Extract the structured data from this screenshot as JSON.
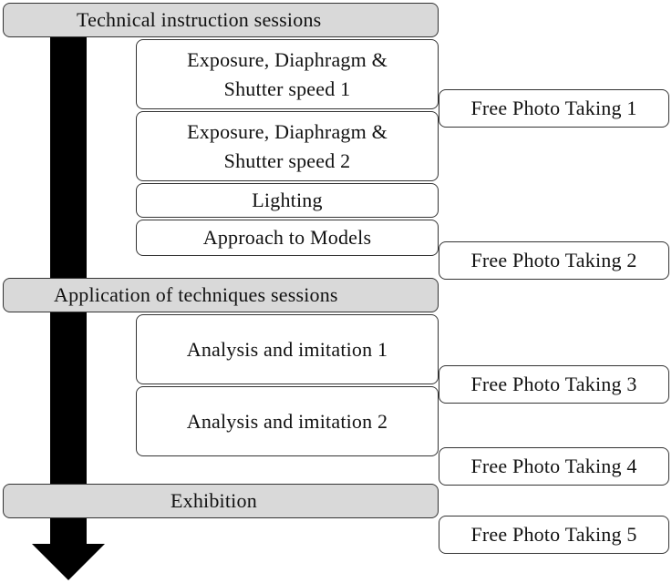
{
  "sections": {
    "technical": "Technical instruction sessions",
    "application": "Application of techniques sessions",
    "exhibition": "Exhibition"
  },
  "sessions": {
    "exposure1": "Exposure, Diaphragm &\nShutter speed 1",
    "exposure2": "Exposure, Diaphragm &\nShutter speed 2",
    "lighting": "Lighting",
    "approach": "Approach to Models",
    "analysis1": "Analysis and imitation 1",
    "analysis2": "Analysis and imitation 2"
  },
  "free_photo": {
    "fp1": "Free Photo Taking 1",
    "fp2": "Free Photo Taking 2",
    "fp3": "Free Photo Taking 3",
    "fp4": "Free Photo Taking 4",
    "fp5": "Free Photo Taking 5"
  },
  "colors": {
    "header_fill": "#d9d9d9",
    "timeline_arrow": "#000000"
  }
}
